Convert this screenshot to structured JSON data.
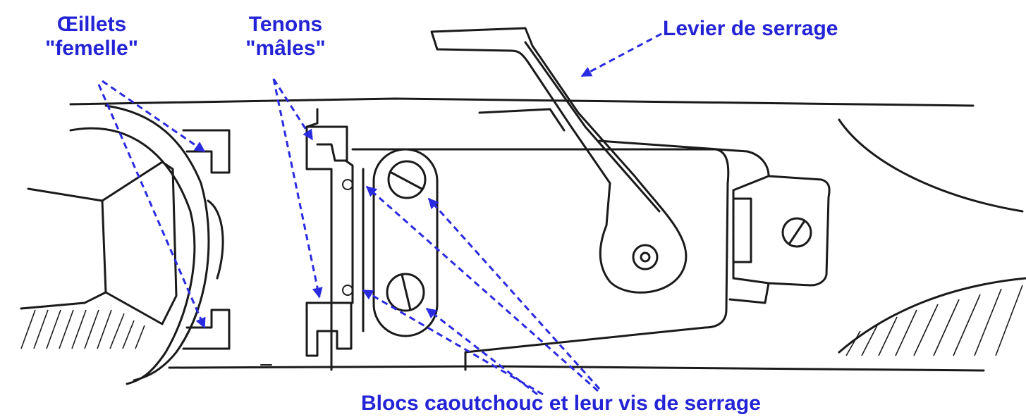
{
  "labels": {
    "oeillets": {
      "line1": "Œillets",
      "line2": "\"femelle\""
    },
    "tenons": {
      "line1": "Tenons",
      "line2": "\"mâles\""
    },
    "levier": "Levier de serrage",
    "blocs": "Blocs caoutchouc et leur vis de serrage"
  },
  "colors": {
    "label": "#2424d6",
    "arrow": "#2a2ae0",
    "ink": "#1a1a1a"
  }
}
